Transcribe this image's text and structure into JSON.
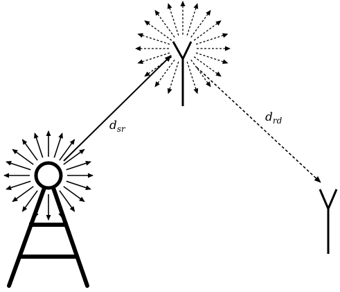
{
  "labels": {
    "source_relay": {
      "symbol": "d",
      "subscript": "sr"
    },
    "relay_destination": {
      "symbol": "d",
      "subscript": "rd"
    }
  },
  "colors": {
    "stroke": "#000000",
    "background": "#ffffff"
  },
  "icons": {
    "source": "transmission-tower-icon",
    "relay": "antenna-icon",
    "destination": "antenna-icon"
  },
  "links": {
    "source_relay": {
      "style": "solid"
    },
    "relay_destination": {
      "style": "dashed"
    }
  }
}
